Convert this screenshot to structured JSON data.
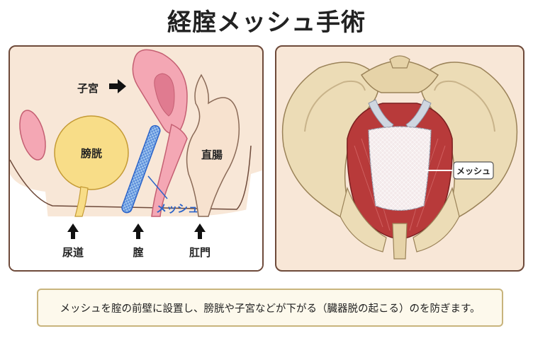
{
  "title": "経腟メッシュ手術",
  "left_panel": {
    "labels": {
      "uterus": "子宮",
      "bladder": "膀胱",
      "rectum": "直腸",
      "mesh": "メッシュ",
      "urethra": "尿道",
      "vagina": "腟",
      "anus": "肛門"
    }
  },
  "right_panel": {
    "mesh_label": "メッシュ"
  },
  "caption": "メッシュを腟の前壁に設置し、膀胱や子宮などが下がる（臓器脱の起こる）のを防ぎます。",
  "colors": {
    "body_bg": "#f8e7d7",
    "bladder": "#f8dd88",
    "uterus": "#f4a7b4",
    "mesh": "#9ec5ef",
    "mesh_stroke": "#2a63c9",
    "bone": "#ecdcb6",
    "muscle": "#b83a3a",
    "caption_border": "#c8b47c"
  }
}
